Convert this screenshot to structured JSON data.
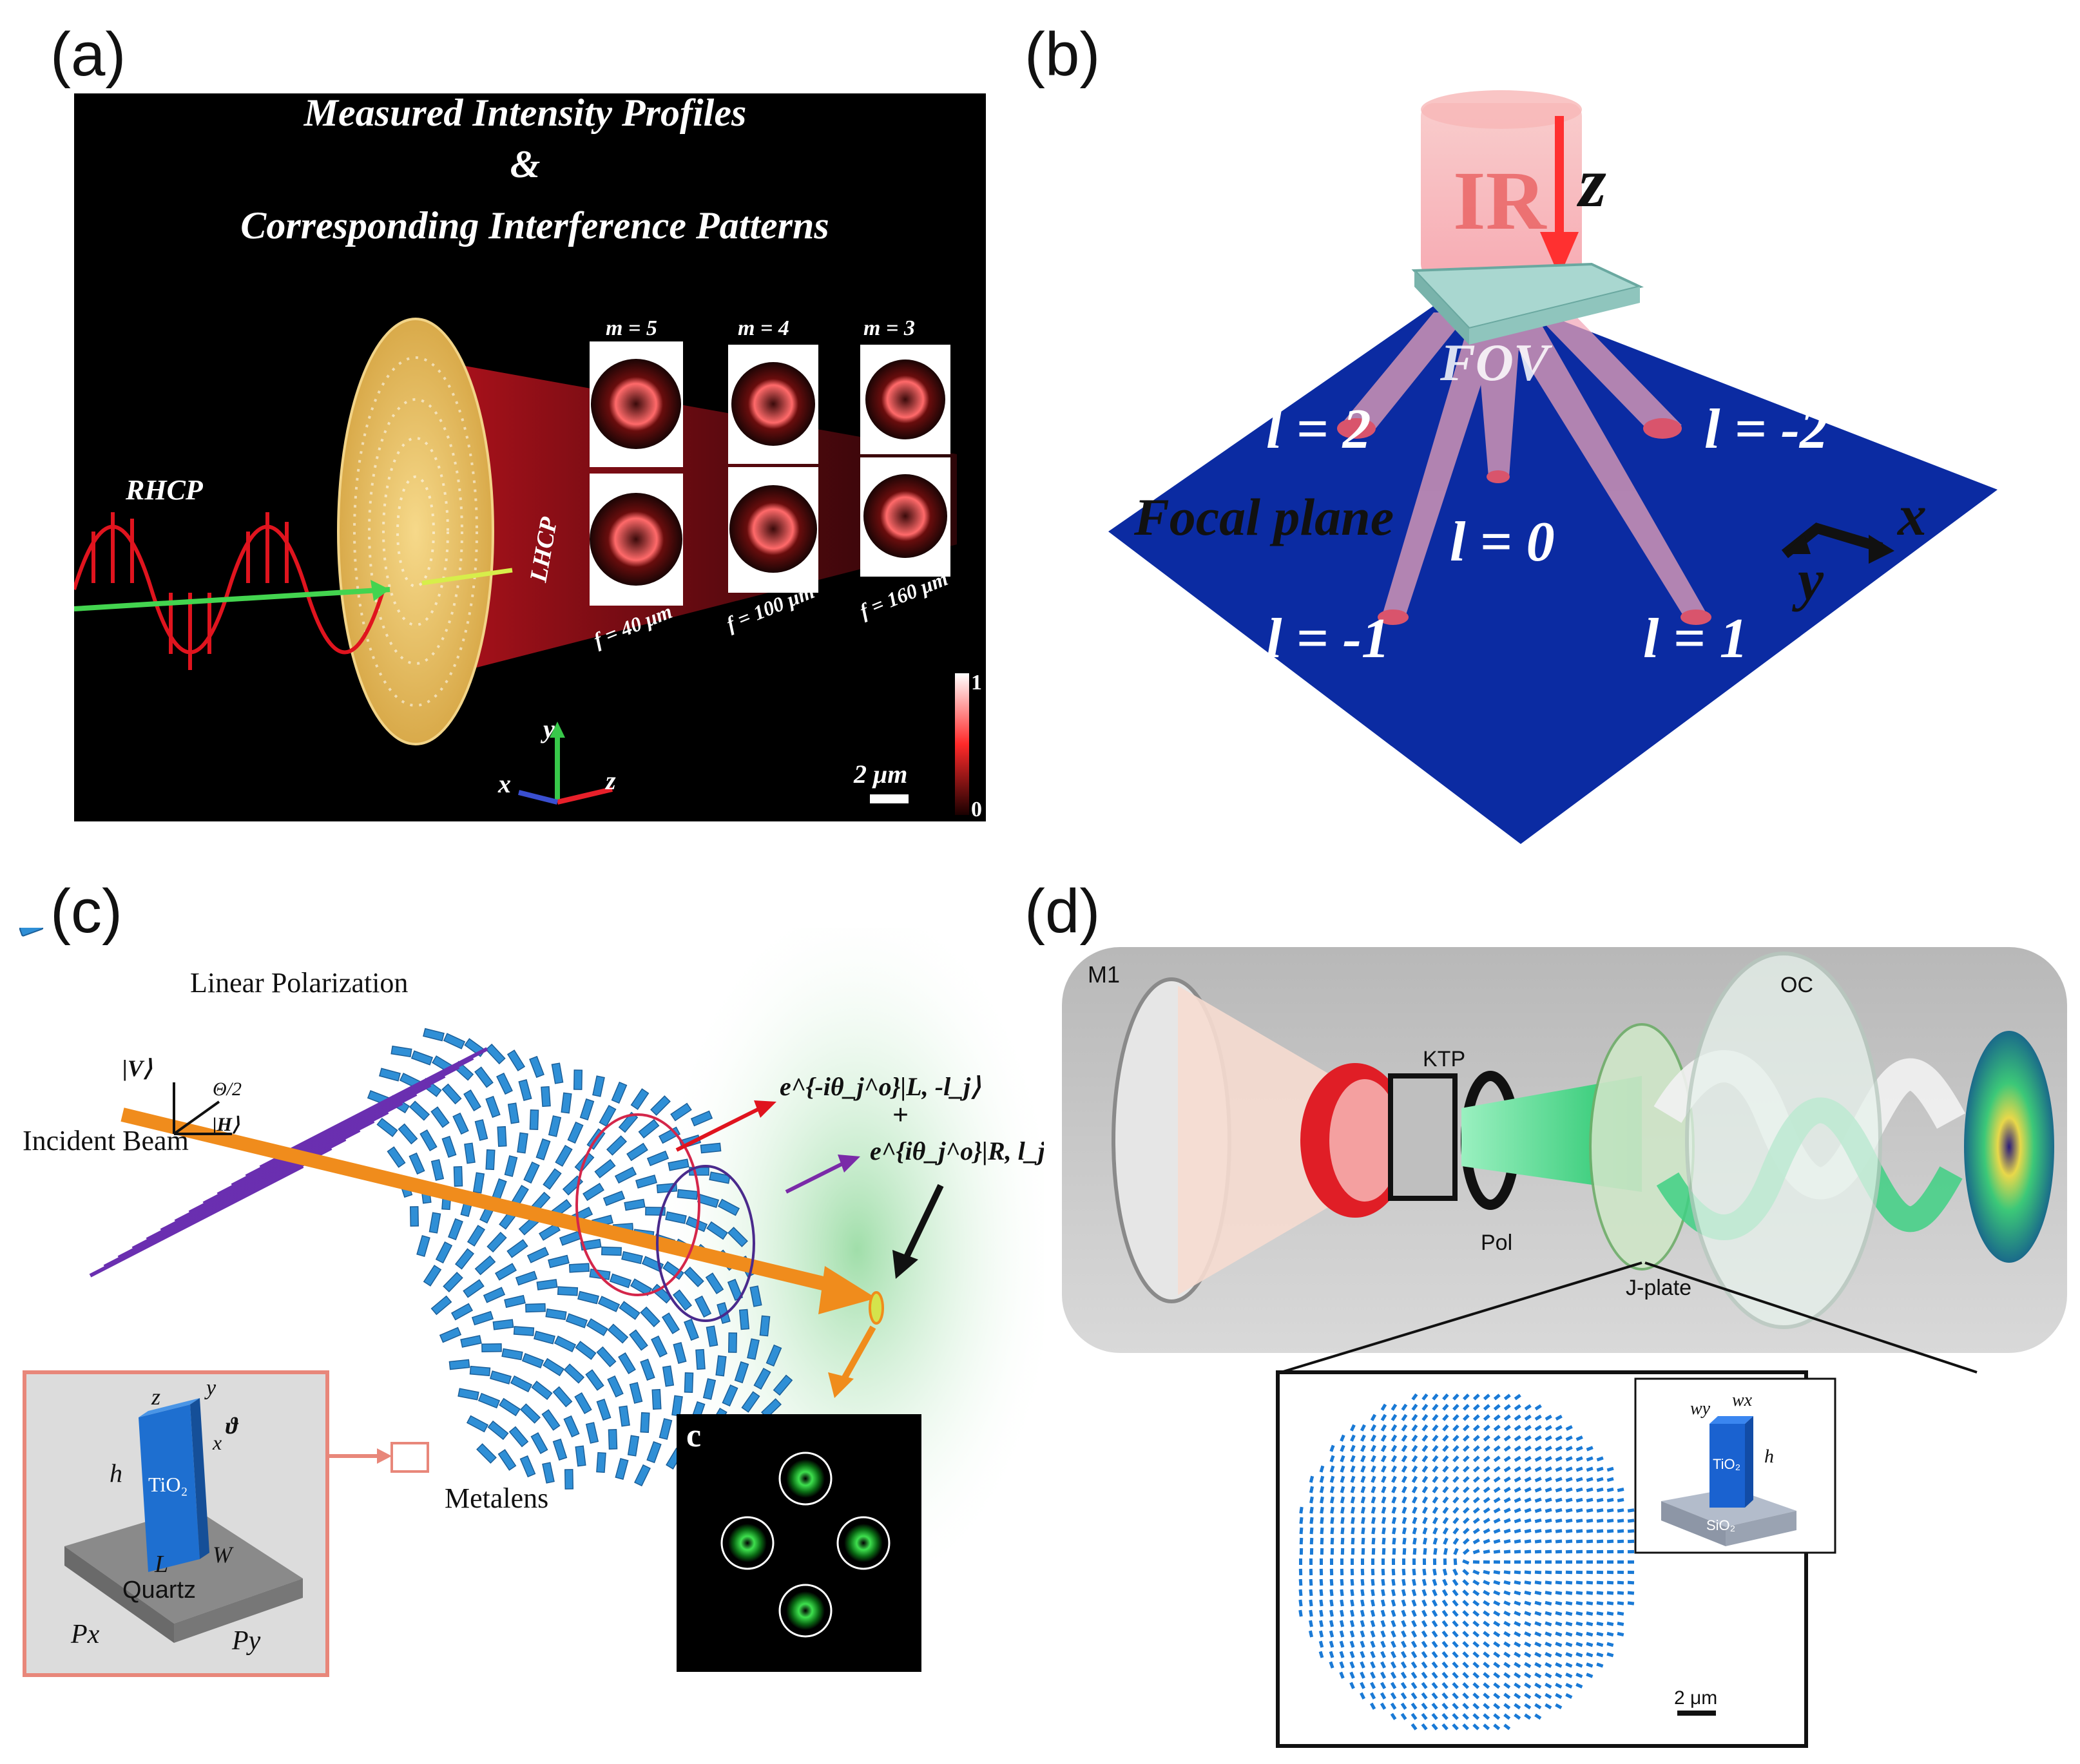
{
  "panel_a": {
    "label": "(a)",
    "title_line1": "Measured Intensity Profiles",
    "title_line2": "&",
    "title_line3": "Corresponding Interference Patterns",
    "input_polarization": "RHCP",
    "output_polarization": "LHCP",
    "charges": [
      "m = 5",
      "m = 4",
      "m = 3"
    ],
    "focal_lengths": [
      "f = 40 μm",
      "f = 100 μm",
      "f = 160 μm"
    ],
    "axes": {
      "x": "x",
      "y": "y",
      "z": "z"
    },
    "scale_bar": "2 μm",
    "colorbar": {
      "max": "1",
      "min": "0"
    },
    "colors": {
      "background": "#000000",
      "beam": "#c8141e",
      "lens": "#e8c469"
    }
  },
  "panel_b": {
    "label": "(b)",
    "source": "IR",
    "axis_z": "z",
    "fov_label": "FOV",
    "focal_plane": "Focal plane",
    "orders": [
      "l = 2",
      "l = -2",
      "l = 0",
      "l = -1",
      "l = 1"
    ],
    "axes": {
      "x": "x",
      "y": "y"
    },
    "colors": {
      "plane": "#0a2a9e",
      "beam": "#f2a6b8",
      "metasurface": "#a9d7d0"
    }
  },
  "panel_c": {
    "label": "(c)",
    "linear_polarization": "Linear Polarization",
    "incident_beam": "Incident Beam",
    "state_v": "|V⟩",
    "state_h": "|H⟩",
    "angle": "Θ/2",
    "output_left": "e^{-iθ_j^o}|L, -l_j⟩",
    "plus": "+",
    "output_right": "e^{iθ_j^o}|R, l_j⟩",
    "metalens": "Metalens",
    "inset_label": "c",
    "unit_cell": {
      "material": "TiO₂",
      "substrate": "Quartz",
      "height": "h",
      "length": "L",
      "width": "W",
      "period_x": "Px",
      "period_y": "Py",
      "axis_z": "z",
      "axis_y": "y",
      "axis_x": "x",
      "rotation": "ϑ"
    },
    "colors": {
      "pillars": "#2f8fd6",
      "beam": "#f08c1c",
      "incident": "#6a2fb0"
    }
  },
  "panel_d": {
    "label": "(d)",
    "components": [
      "M1",
      "KTP",
      "Pol",
      "J-plate",
      "OC"
    ],
    "scale_bar": "2 μm",
    "inset": {
      "wy": "wy",
      "wx": "wx",
      "h": "h",
      "pillar": "TiO₂",
      "substrate": "SiO₂"
    },
    "colors": {
      "cavity": "#c9c9c9",
      "green": "#2ccf7e",
      "red": "#e01e26",
      "pillars": "#1a7ad6"
    }
  }
}
